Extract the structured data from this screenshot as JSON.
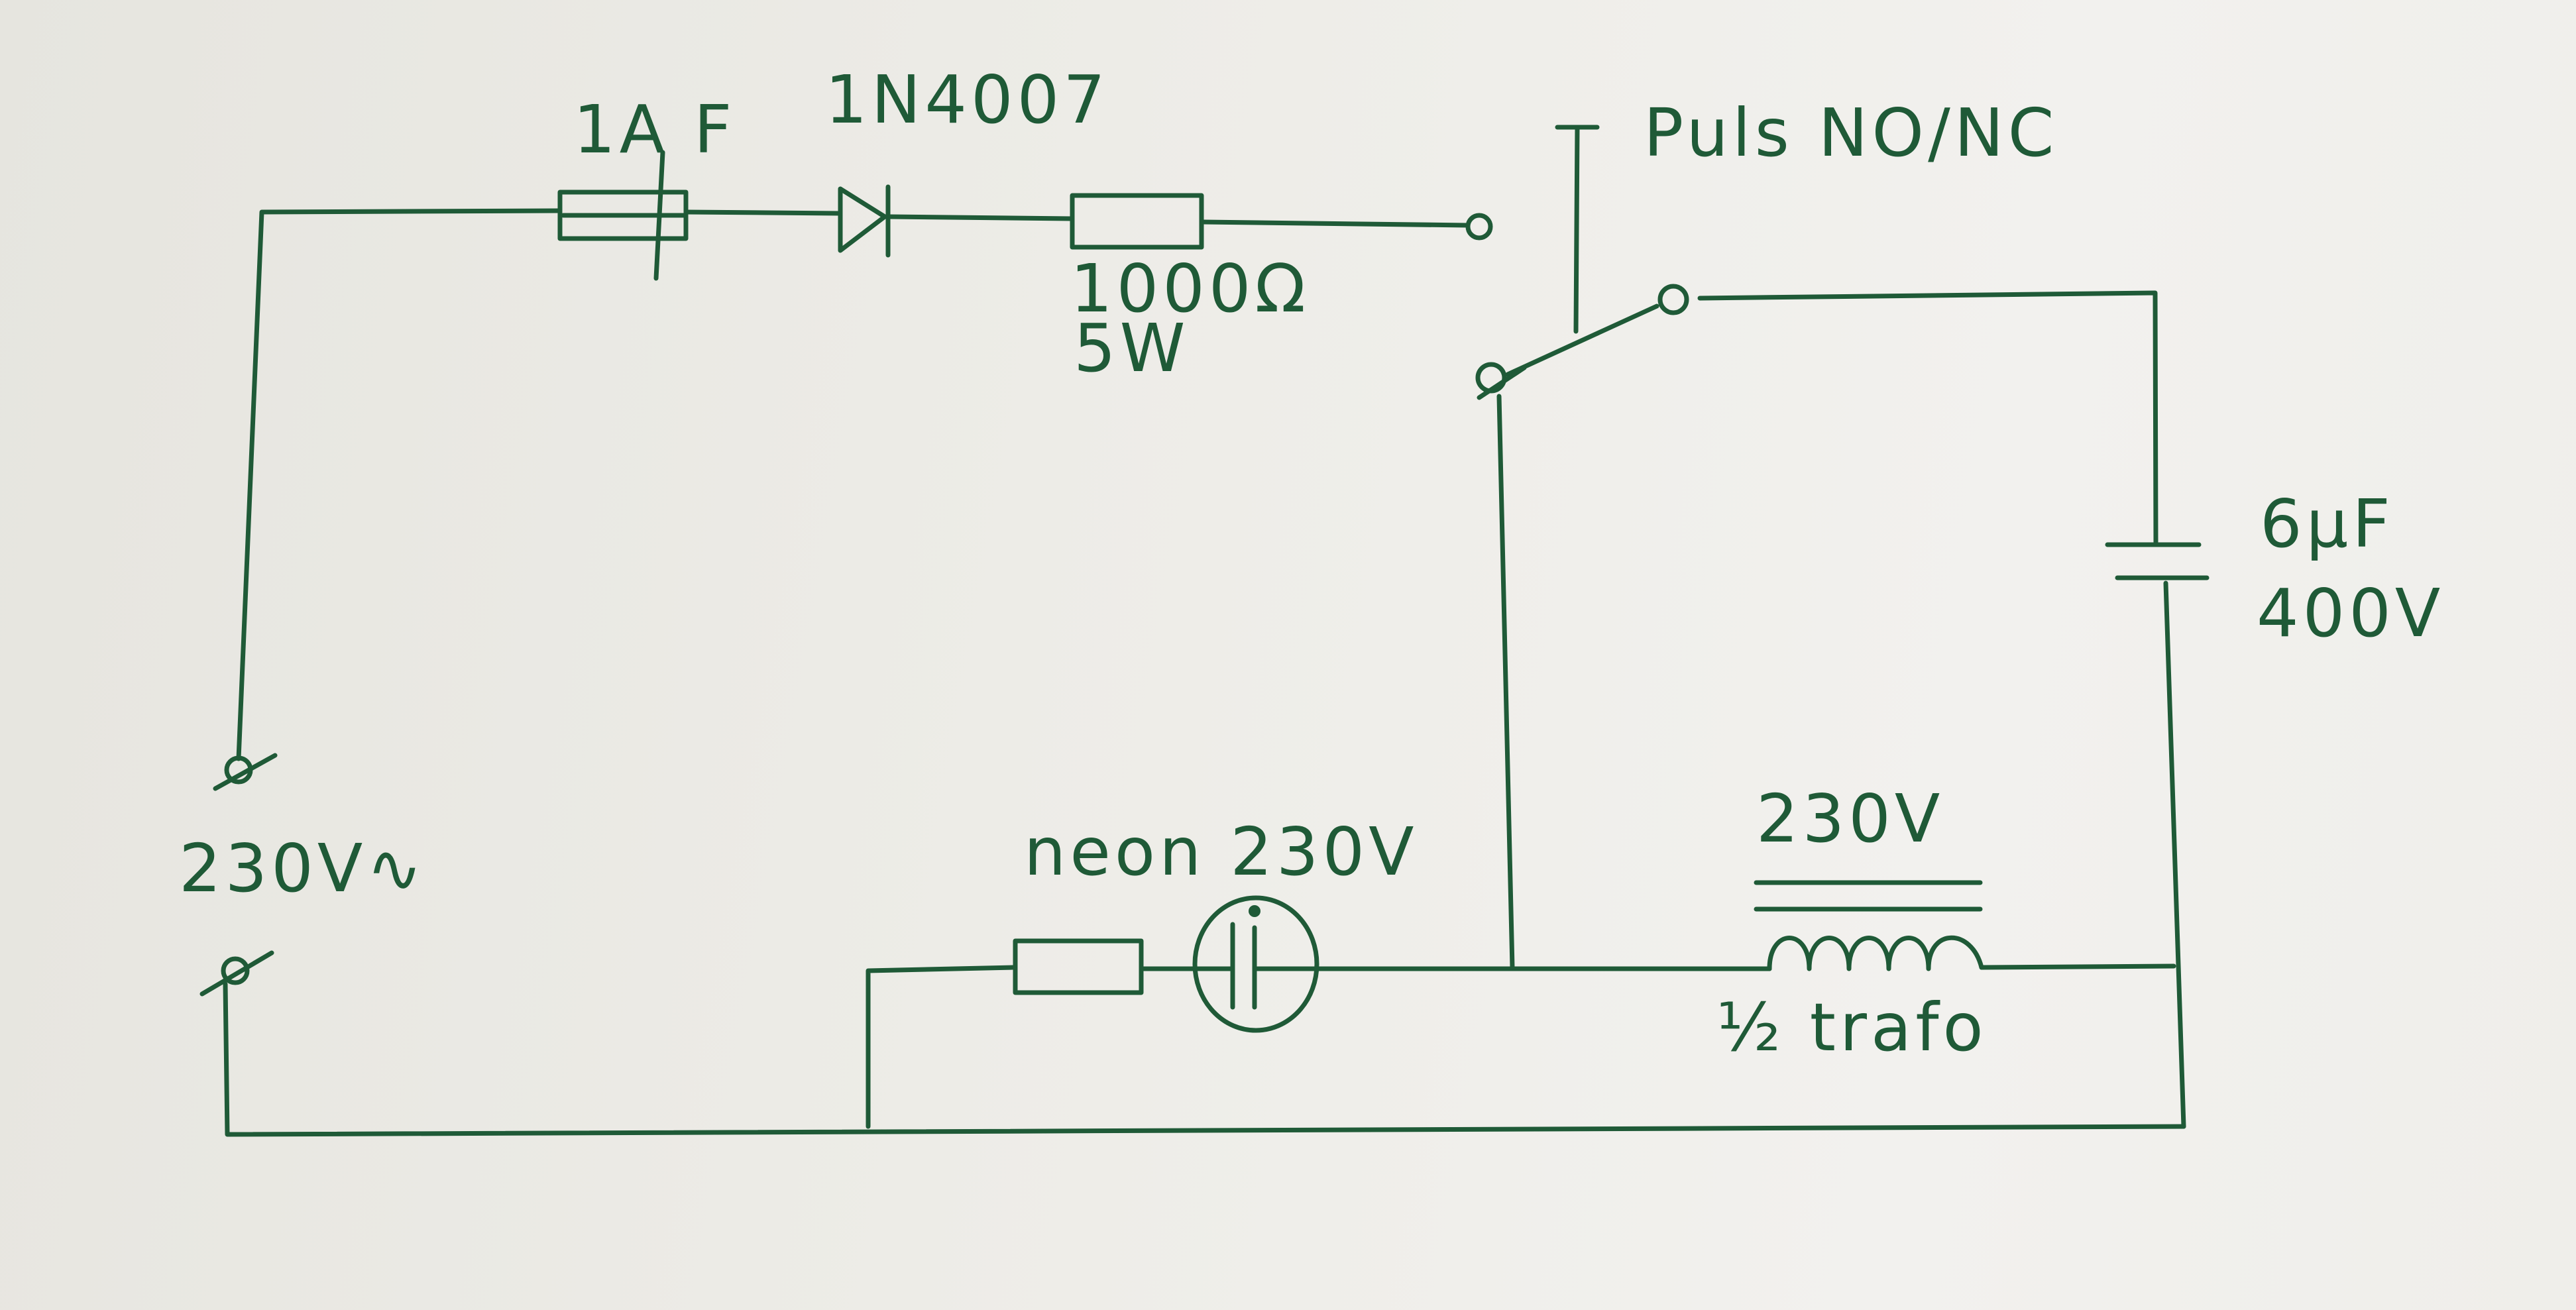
{
  "labels": {
    "fuse": "1A F",
    "diode": "1N4007",
    "resistor_value": "1000Ω",
    "resistor_power": "5W",
    "switch": "Puls NO/NC",
    "capacitor_value": "6µF",
    "capacitor_voltage": "400V",
    "mains": "230V∿",
    "neon": "neon 230V",
    "transformer_voltage": "230V",
    "transformer_name": "½ trafo"
  },
  "colors": {
    "ink": "#1f5a37",
    "paper": "#edece7"
  }
}
